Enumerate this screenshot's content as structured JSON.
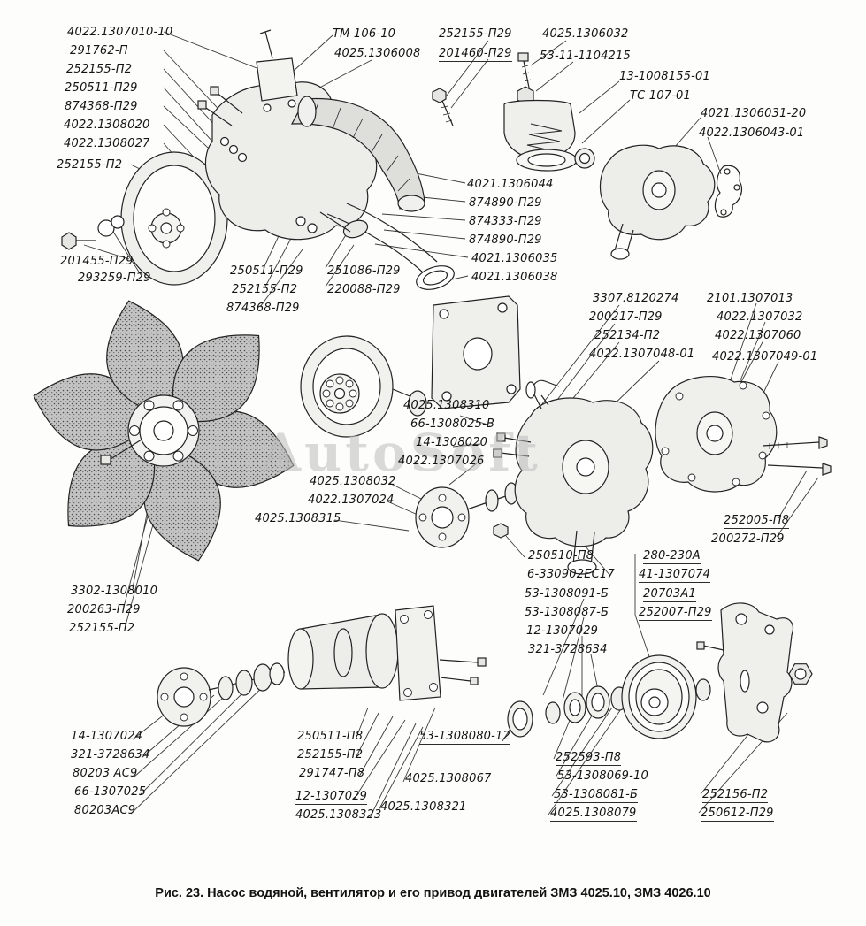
{
  "page": {
    "caption": "Рис. 23. Насос водяной, вентилятор и его привод двигателей ЗМЗ 4025.10, ЗМЗ 4026.10",
    "watermark": "AutoSoft"
  },
  "colors": {
    "ink": "#1a1a1a",
    "paper": "#fdfdfb",
    "metal_fill": "#ededea",
    "stipple": "#c4c4c4"
  },
  "labels": {
    "tl": [
      "4022.1307010-10",
      "291762-П",
      "252155-П2",
      "250511-П29",
      "874368-П29",
      "4022.1308020",
      "4022.1308027",
      "252155-П2"
    ],
    "tc": [
      "ТМ 106-10",
      "4025.1306008"
    ],
    "tra": [
      "252155-П29",
      "201460-П29"
    ],
    "trb": [
      "4025.1306032",
      "53-11-1104215"
    ],
    "trc": [
      "13-1008155-01",
      "ТС 107-01"
    ],
    "trd": [
      "4021.1306031-20",
      "4022.1306043-01"
    ],
    "mrt": [
      "4021.1306044",
      "874890-П29",
      "874333-П29",
      "874890-П29",
      "4021.1306035",
      "4021.1306038"
    ],
    "lm": [
      "201455-П29",
      "293259-П29"
    ],
    "ma": [
      "250511-П29",
      "252155-П2"
    ],
    "mb": [
      "251086-П29",
      "220088-П29"
    ],
    "mc": [
      "874368-П29"
    ],
    "rma": [
      "3307.8120274",
      "200217-П29",
      "252134-П2",
      "4022.1307048-01"
    ],
    "rmb": [
      "2101.1307013",
      "4022.1307032",
      "4022.1307060",
      "4022.1307049-01"
    ],
    "ca": [
      "4025.1308310",
      "66-1308025-В",
      "14-1308020",
      "4022.1307026"
    ],
    "cb": [
      "4025.1308032",
      "4022.1307024",
      "4025.1308315"
    ],
    "rc": [
      "252005-П8",
      "200272-П29"
    ],
    "lmid": [
      "250510-П8",
      "6-330902ЕС17",
      "53-1308091-Б",
      "53-1308087-Б",
      "12-1307029",
      "321-3728634"
    ],
    "lr": [
      "280-230А",
      "41-1307074",
      "20703А1",
      "252007-П29"
    ],
    "ll": [
      "3302-1308010",
      "200263-П29",
      "252155-П2"
    ],
    "bl": [
      "14-1307024",
      "321-3728634",
      "80203 АС9",
      "66-1307025",
      "80203АС9"
    ],
    "bma": [
      "250511-П8",
      "252155-П2",
      "291747-П8",
      "12-1307029",
      "4025.1308323"
    ],
    "bmb": [
      "4025.1308321",
      "4025.1308067"
    ],
    "bmc": [
      "53-1308080-12"
    ],
    "bra": [
      "252593-П8",
      "53-1308069-10",
      "53-1308081-Б",
      "4025.1308079"
    ],
    "brb": [
      "252156-П2",
      "250612-П29"
    ]
  }
}
